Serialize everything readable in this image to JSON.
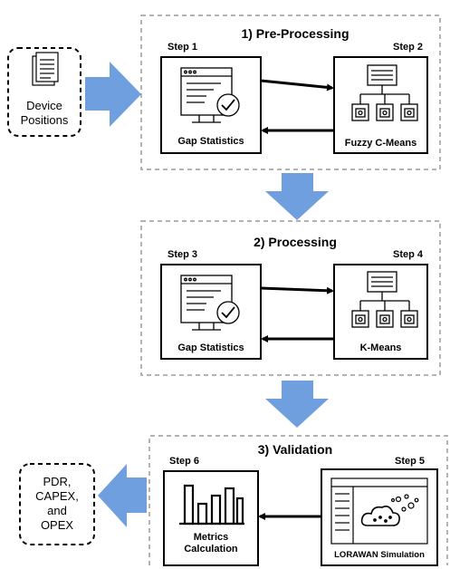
{
  "inputs": {
    "device_positions": "Device Positions"
  },
  "outputs": {
    "results": "PDR, CAPEX, and OPEX"
  },
  "phases": [
    {
      "title": "1) Pre-Processing",
      "steps": [
        {
          "step": "Step 1",
          "label": "Gap Statistics",
          "icon": "monitor-check-icon"
        },
        {
          "step": "Step 2",
          "label": "Fuzzy C-Means",
          "icon": "hierarchy-icon"
        }
      ]
    },
    {
      "title": "2) Processing",
      "steps": [
        {
          "step": "Step 3",
          "label": "Gap Statistics",
          "icon": "monitor-check-icon"
        },
        {
          "step": "Step 4",
          "label": "K-Means",
          "icon": "hierarchy-icon"
        }
      ]
    },
    {
      "title": "3) Validation",
      "steps": [
        {
          "step": "Step 6",
          "label": "Metrics Calculation",
          "icon": "bar-chart-icon"
        },
        {
          "step": "Step 5",
          "label": "LORAWAN Simulation",
          "icon": "simulation-window-icon"
        }
      ]
    }
  ],
  "colors": {
    "flow_arrow": "#6f9fdf",
    "dashed_border": "#9a9a9a",
    "box_border": "#000000"
  }
}
